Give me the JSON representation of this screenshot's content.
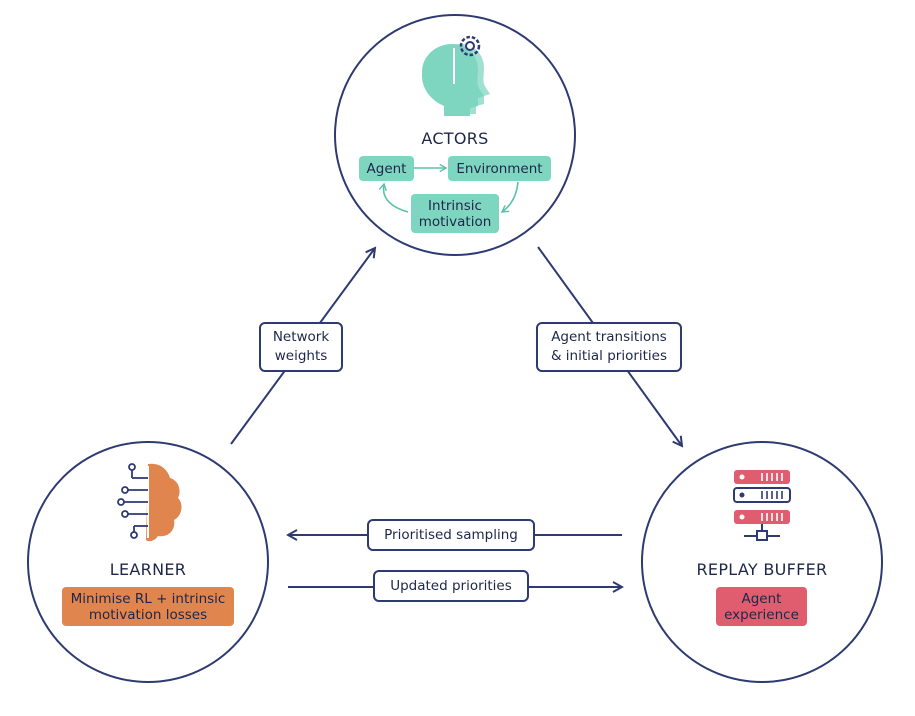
{
  "actors": {
    "title": "ACTORS",
    "agent_label": "Agent",
    "environment_label": "Environment",
    "intrinsic_label": "Intrinsic\nmotivation"
  },
  "learner": {
    "title": "LEARNER",
    "loss_label": "Minimise RL + intrinsic\nmotivation losses"
  },
  "replay": {
    "title": "REPLAY BUFFER",
    "experience_label": "Agent\nexperience"
  },
  "edges": {
    "network_weights": "Network\nweights",
    "agent_transitions": "Agent transitions\n& initial priorities",
    "prioritised_sampling": "Prioritised sampling",
    "updated_priorities": "Updated priorities"
  },
  "colors": {
    "navy": "#2e3a72",
    "teal": "#7fd6c0",
    "teal_dark": "#5cc2aa",
    "orange": "#e0854e",
    "red": "#e05d70"
  },
  "icons": {
    "actors": "head-gear-icon",
    "learner": "circuit-brain-icon",
    "replay": "server-stack-icon"
  }
}
